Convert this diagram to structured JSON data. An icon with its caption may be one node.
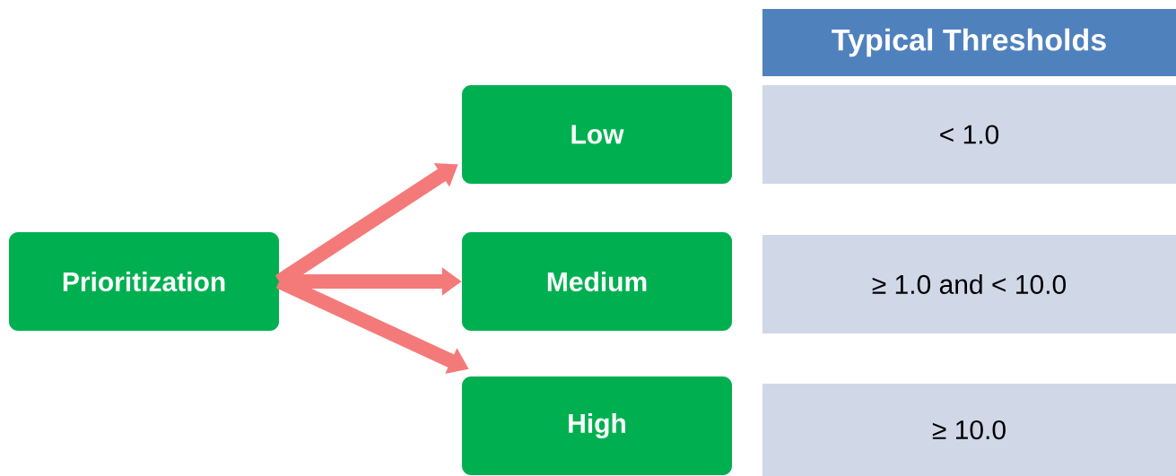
{
  "diagram": {
    "nodes": [
      {
        "text": [
          "Prioritization"
        ]
      },
      {
        "text": [
          "Low"
        ]
      },
      {
        "text": [
          "Medium"
        ]
      },
      {
        "text": [
          "High"
        ]
      },
      {
        "text": [
          "Typical Thresholds"
        ]
      },
      {
        "text": [
          "< 1.0"
        ]
      },
      {
        "text": [
          "≥ 1.0 and < 10.0"
        ]
      },
      {
        "text": [
          "≥ 10.0"
        ]
      }
    ],
    "edges": [
      {
        "from": 0,
        "to": 1,
        "arrow": "to"
      },
      {
        "from": 0,
        "to": 2,
        "arrow": "to"
      },
      {
        "from": 0,
        "to": 3,
        "arrow": "to"
      }
    ]
  }
}
